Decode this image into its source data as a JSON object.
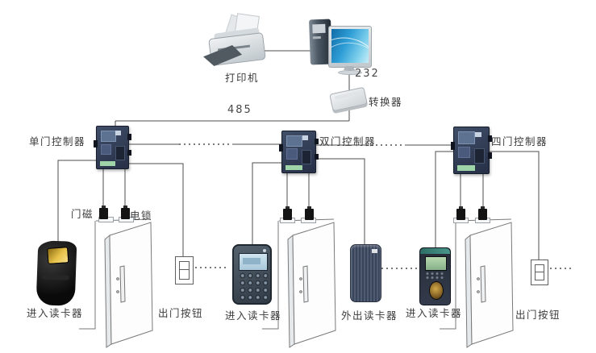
{
  "labels": {
    "printer": "打印机",
    "rs232": "232",
    "converter": "转换器",
    "rs485": "485",
    "controller_single": "单门控制器",
    "controller_double": "双门控制器",
    "controller_quad": "四门控制器",
    "door_magnet": "门磁",
    "electric_lock": "电锁",
    "entry_reader_1": "进入读卡器",
    "exit_button_1": "出门按钮",
    "entry_reader_2": "进入读卡器",
    "exit_reader_2": "外出读卡器",
    "entry_reader_3": "进入读卡器",
    "exit_button_2": "出门按钮"
  },
  "colors": {
    "line": "#4d4d4d",
    "text": "#3c3c3c",
    "controller_board": "#32405a",
    "monitor_screen": "#2f9ed6",
    "reader1_screen": "#e8c34a",
    "reader2_lcd": "#bcd8ea",
    "reader4_lcd": "#9cc9a0"
  }
}
